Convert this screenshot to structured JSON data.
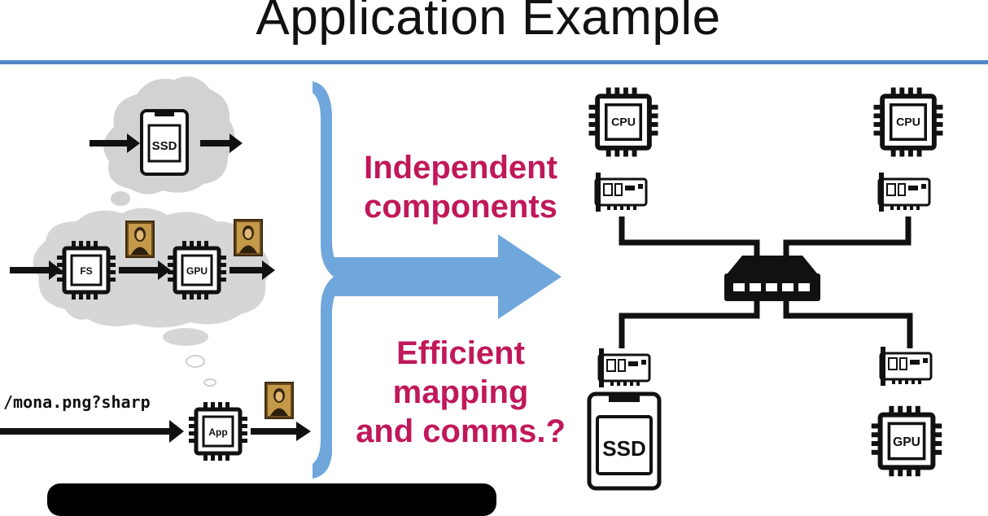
{
  "title": "Application Example",
  "labels": {
    "independent": [
      "Independent",
      "components"
    ],
    "efficient": [
      "Efficient",
      "mapping",
      "and comms.?"
    ]
  },
  "request_url": "/mona.png?sharp",
  "components": {
    "ssd": "SSD",
    "fs": "FS",
    "gpu": "GPU",
    "app": "App",
    "cpu": "CPU"
  },
  "colors": {
    "accent_rule": "#4f86c6",
    "arrow": "#6fa7dd",
    "label": "#c0185a",
    "cloud": "#d2d2d2"
  },
  "icons": [
    "arrow-icon",
    "cloud-icon",
    "chip-icon",
    "network-card-icon",
    "network-switch-icon",
    "painting-icon",
    "ssd-icon"
  ]
}
